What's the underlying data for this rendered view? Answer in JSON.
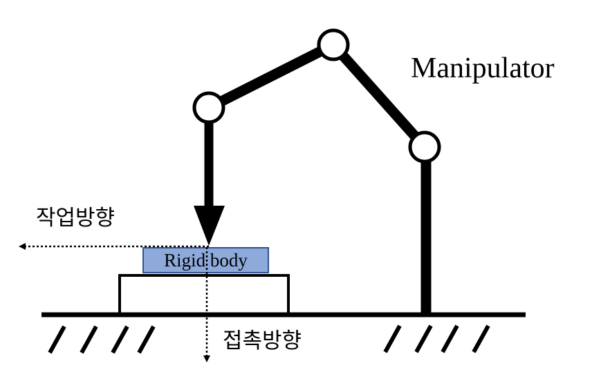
{
  "labels": {
    "manipulator": "Manipulator",
    "work_direction": "작업방향",
    "contact_direction": "접촉방향",
    "rigid_body": "Rigid body"
  },
  "colors": {
    "line": "#000000",
    "rigid_body_fill": "#8eaadb",
    "rigid_body_stroke": "#2f528f",
    "joint_fill": "#ffffff",
    "background": "#ffffff"
  },
  "icons": {
    "hatch": "ground-hatch-marks",
    "joint": "revolute-joint-circle",
    "force_arrow": "down-arrow"
  }
}
